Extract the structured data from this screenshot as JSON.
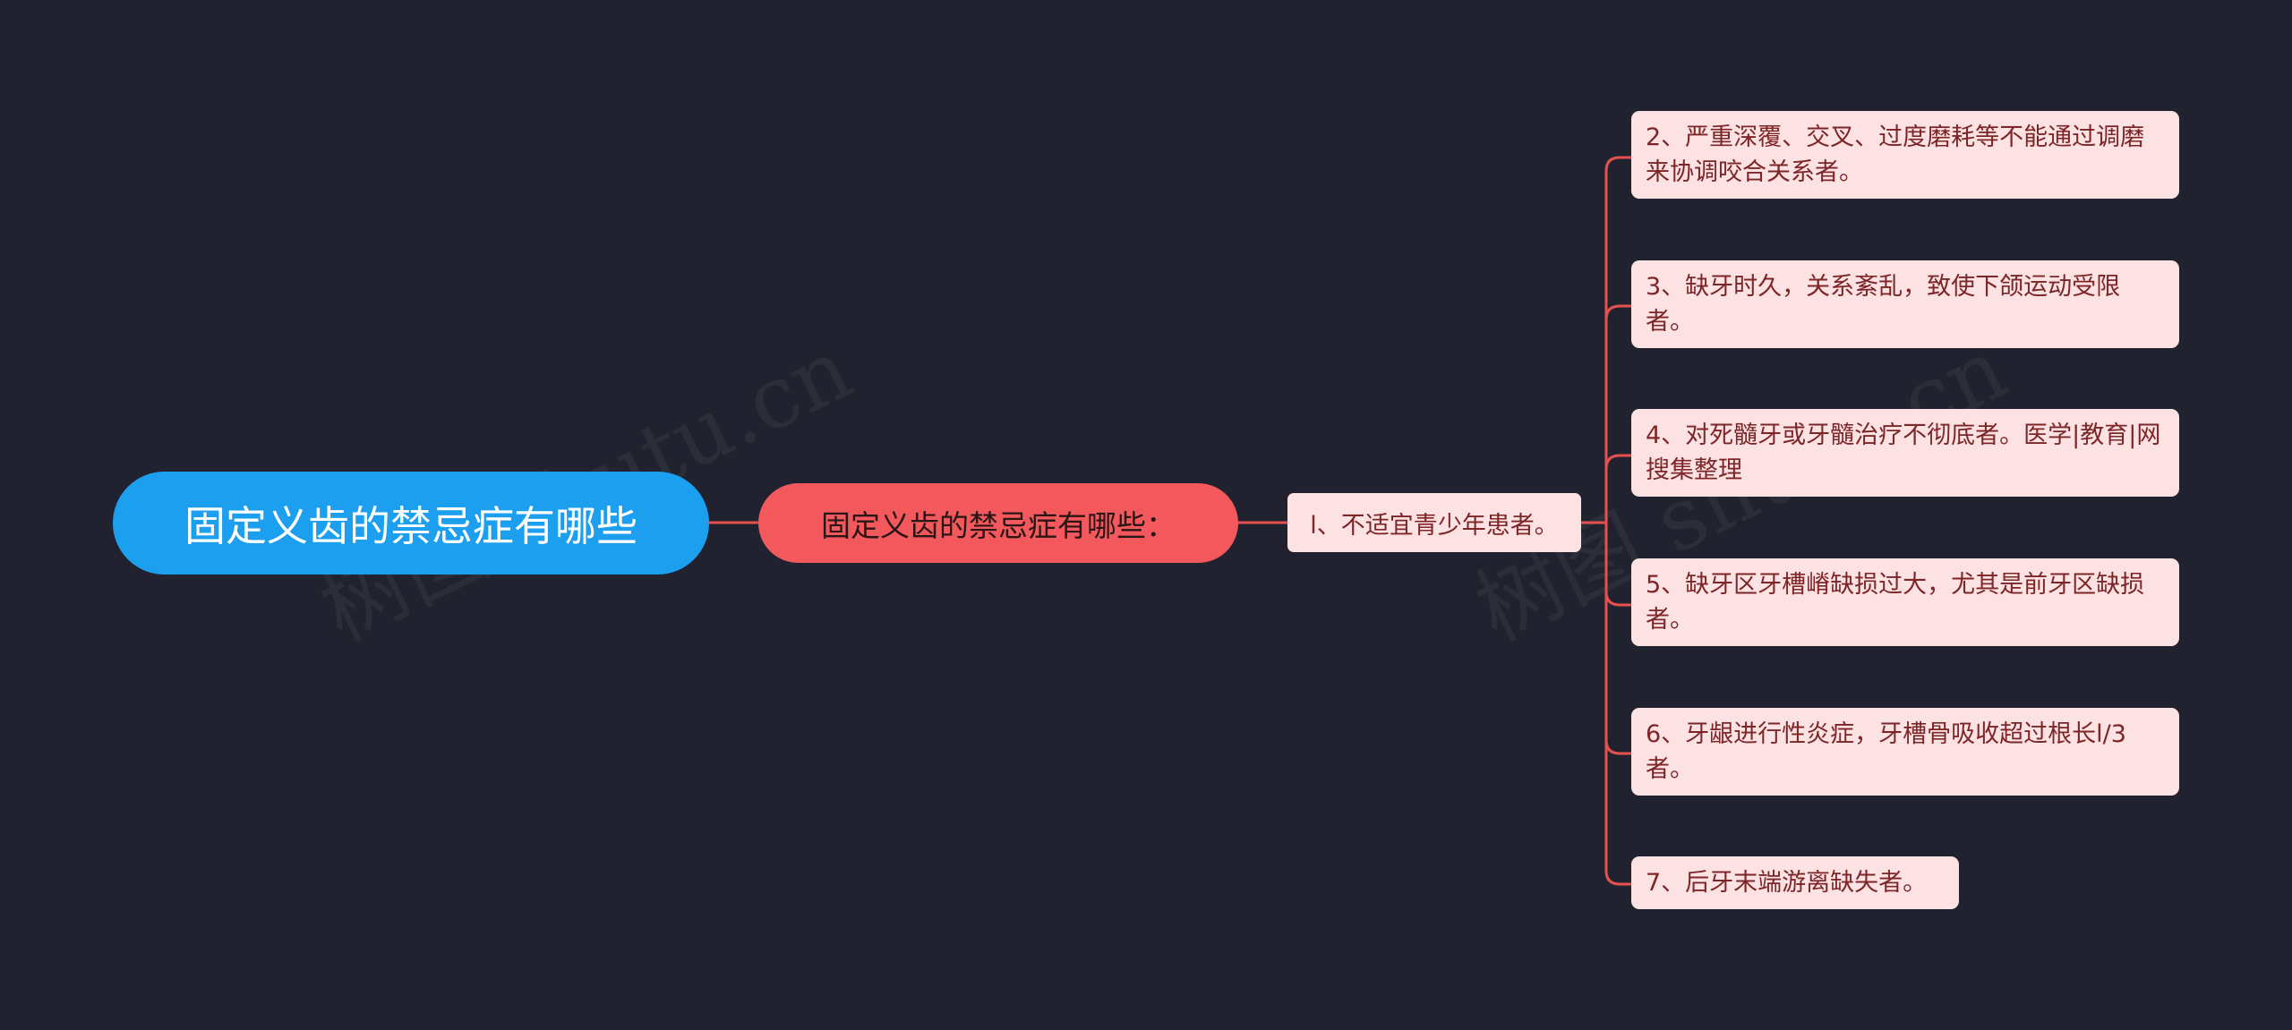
{
  "root": {
    "title": "固定义齿的禁忌症有哪些"
  },
  "main_topic": {
    "label": "固定义齿的禁忌症有哪些："
  },
  "branch": {
    "label": "l、不适宜青少年患者。"
  },
  "leaves": [
    "2、严重深覆、交叉、过度磨耗等不能通过调磨来协调咬合关系者。",
    "3、缺牙时久，关系紊乱，致使下颌运动受限者。",
    "4、对死髓牙或牙髓治疗不彻底者。医学|教育|网搜集整理",
    "5、缺牙区牙槽嵴缺损过大，尤其是前牙区缺损者。",
    "6、牙龈进行性炎症，牙槽骨吸收超过根长l/3者。",
    "7、后牙末端游离缺失者。"
  ],
  "watermark": "树图 shutu.cn",
  "colors": {
    "background": "#20232f",
    "root_fill": "#1d9ff0",
    "main_fill": "#f2585c",
    "leaf_fill": "#fde2e3",
    "leaf_text": "#7d2527",
    "connector": "#e8504f"
  }
}
